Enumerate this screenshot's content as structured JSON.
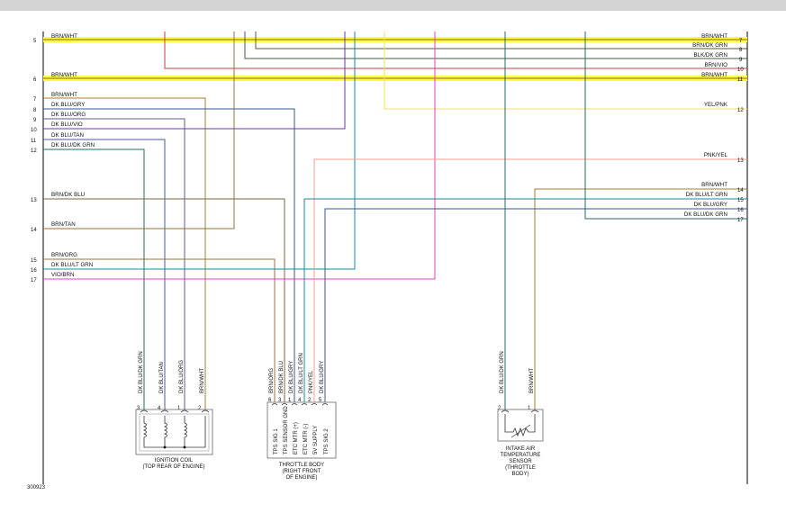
{
  "colors": {
    "brn_wht": "#a08030",
    "brn_dk_grn": "#5a5a30",
    "blk_dk_grn": "#4a5a48",
    "brn_vio": "#c04040",
    "yel_pnk": "#f0e050",
    "yel_band": "#ffff40",
    "dk_blu_gry": "#3a5a90",
    "dk_blu_org": "#5a5a9a",
    "dk_blu_vio": "#6a3aa8",
    "dk_blu_tan": "#4a5aa0",
    "dk_blu_dk_grn": "#2a6a6a",
    "brn_dk_blu": "#7a6a40",
    "brn_tan": "#907040",
    "brn_org": "#a07040",
    "dk_blu_lt_grn": "#1a8aa0",
    "vio_brn": "#e040c0",
    "pnk_yel": "#f0a090",
    "frame": "#000000"
  },
  "left": [
    {
      "pin": "5",
      "wire": "BRN/WHT"
    },
    {
      "pin": "6",
      "wire": "BRN/WHT"
    },
    {
      "pin": "7",
      "wire": "BRN/WHT"
    },
    {
      "pin": "8",
      "wire": "DK BLU/GRY"
    },
    {
      "pin": "9",
      "wire": "DK BLU/ORG"
    },
    {
      "pin": "10",
      "wire": "DK BLU/VIO"
    },
    {
      "pin": "11",
      "wire": "DK BLU/TAN"
    },
    {
      "pin": "12",
      "wire": "DK BLU/DK GRN"
    },
    {
      "pin": "13",
      "wire": "BRN/DK BLU"
    },
    {
      "pin": "14",
      "wire": "BRN/TAN"
    },
    {
      "pin": "15",
      "wire": "BRN/ORG"
    },
    {
      "pin": "16",
      "wire": "DK BLU/LT GRN"
    },
    {
      "pin": "17",
      "wire": "VIO/BRN"
    }
  ],
  "right": [
    {
      "pin": "7",
      "wire": "BRN/WHT"
    },
    {
      "pin": "8",
      "wire": "BRN/DK GRN"
    },
    {
      "pin": "9",
      "wire": "BLK/DK GRN"
    },
    {
      "pin": "10",
      "wire": "BRN/VIO"
    },
    {
      "pin": "11",
      "wire": "BRN/WHT"
    },
    {
      "pin": "12",
      "wire": "YEL/PNK"
    },
    {
      "pin": "13",
      "wire": "PNK/YEL"
    },
    {
      "pin": "14",
      "wire": "BRN/WHT"
    },
    {
      "pin": "15",
      "wire": "DK BLU/LT GRN"
    },
    {
      "pin": "16",
      "wire": "DK BLU/GRY"
    },
    {
      "pin": "17",
      "wire": "DK BLU/DK GRN"
    }
  ],
  "ignition_coil": {
    "title_line1": "IGNITION COIL",
    "title_line2": "(TOP REAR OF ENGINE)",
    "wires": [
      "DK BLU/DK GRN",
      "DK BLU/TAN",
      "DK BLU/ORG",
      "BRN/WHT"
    ],
    "pins": [
      "3",
      "4",
      "1",
      "2"
    ]
  },
  "throttle_body": {
    "title_line1": "THROTTLE BODY",
    "title_line2": "(RIGHT FRONT",
    "title_line3": "OF ENGINE)",
    "wires": [
      "BRN/ORG",
      "BRN/DK BLU",
      "DK BLU/GRY",
      "DK BLU/LT GRN",
      "PNK/YEL",
      "DK BLU/GRY"
    ],
    "pins": [
      "6",
      "3",
      "1",
      "4",
      "2",
      "5"
    ],
    "signals": [
      "TPS SIG 1",
      "TPS SENSOR GND",
      "ETC MTR (+)",
      "ETC MTR (-)",
      "5V SUPPLY",
      "TPS SIG 2"
    ]
  },
  "iat_sensor": {
    "title_line1": "INTAKE AIR",
    "title_line2": "TEMPERATURE",
    "title_line3": "SENSOR",
    "title_line4": "(THROTTLE",
    "title_line5": "BODY)",
    "wires": [
      "DK BLU/DK GRN",
      "BRN/WHT"
    ],
    "pins": [
      "2",
      "1"
    ]
  },
  "figure_id": "300923"
}
